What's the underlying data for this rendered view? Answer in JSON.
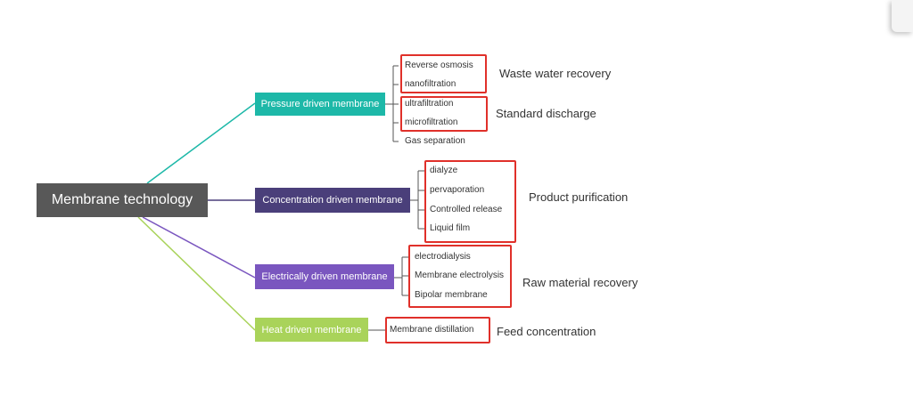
{
  "root": {
    "label": "Membrane technology"
  },
  "branches": [
    {
      "label": "Pressure driven membrane",
      "color": "#1db8a8",
      "items": [
        "Reverse osmosis",
        "nanofiltration",
        "ultrafiltration",
        "microfiltration",
        "Gas separation"
      ],
      "notes": [
        "Waste water recovery",
        "Standard discharge"
      ]
    },
    {
      "label": "Concentration driven membrane",
      "color": "#4a3f7a",
      "items": [
        "dialyze",
        "pervaporation",
        "Controlled release",
        "Liquid film"
      ],
      "notes": [
        "Product purification"
      ]
    },
    {
      "label": "Electrically driven membrane",
      "color": "#7a56bf",
      "items": [
        "electrodialysis",
        "Membrane electrolysis",
        "Bipolar membrane"
      ],
      "notes": [
        "Raw material recovery"
      ]
    },
    {
      "label": "Heat driven membrane",
      "color": "#a9d35a",
      "items": [
        "Membrane distillation"
      ],
      "notes": [
        "Feed concentration"
      ]
    }
  ],
  "colors": {
    "root": "#585858",
    "highlight_box": "#e0302a",
    "bracket": "#555555"
  }
}
